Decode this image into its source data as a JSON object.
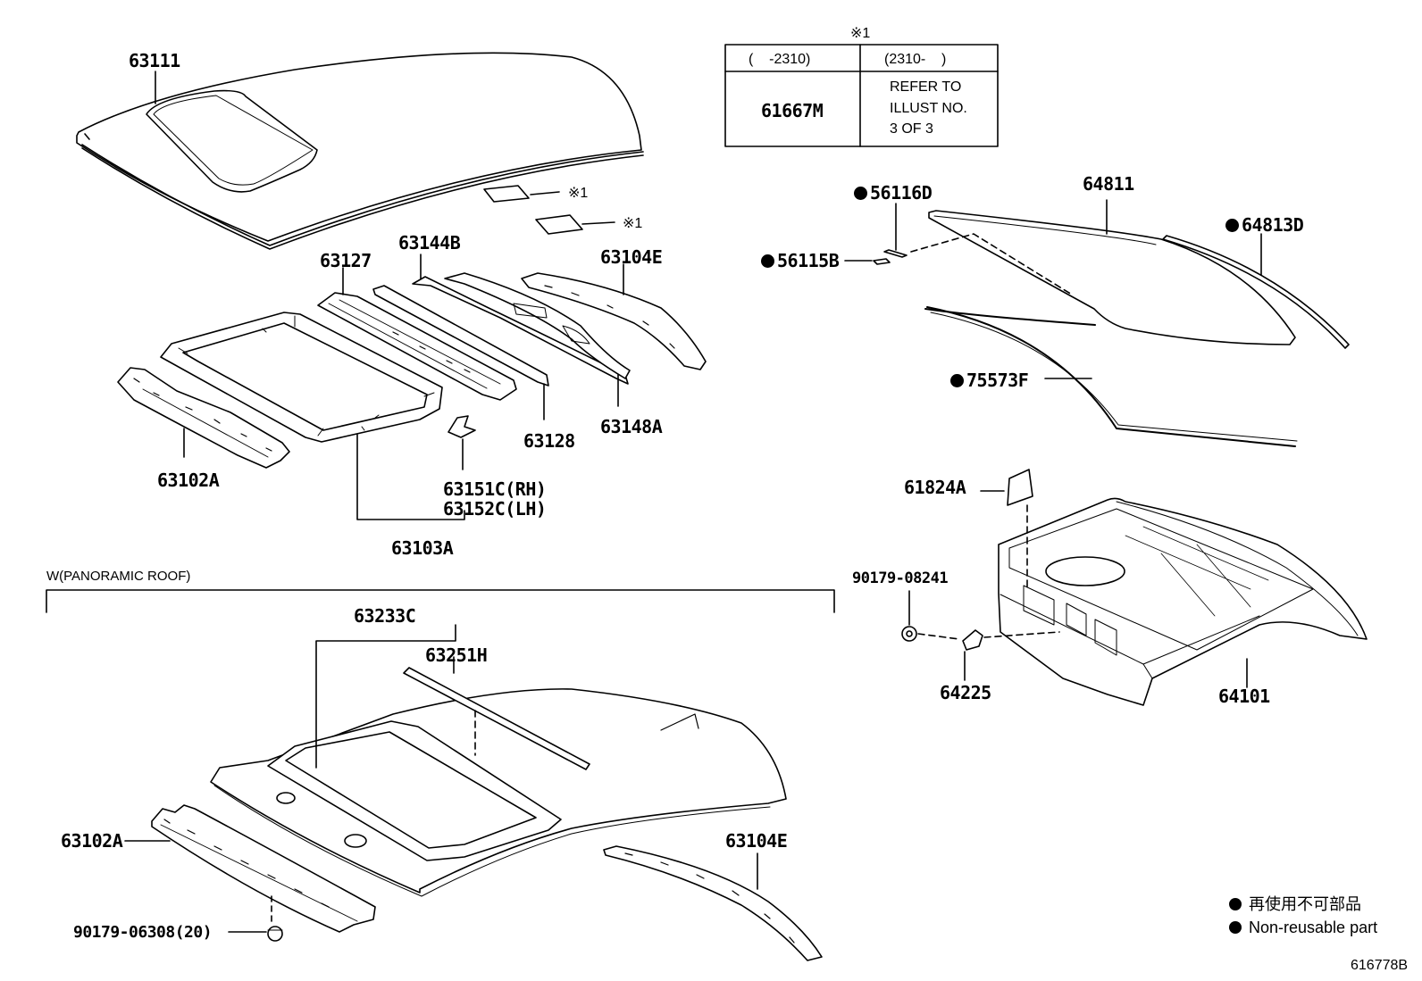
{
  "diagram_id": "616778B",
  "note_mark": "※1",
  "table": {
    "mark": "※1",
    "col1_header": "(    -2310)",
    "col2_header": "(2310-    )",
    "part": "61667M",
    "refer_lines": [
      "REFER TO",
      "ILLUST NO.",
      "3 OF 3"
    ]
  },
  "section_title": "W(PANORAMIC ROOF)",
  "parts": {
    "p63111": "63111",
    "p63144B": "63144B",
    "p63127": "63127",
    "p63104E_top": "63104E",
    "p63128": "63128",
    "p63148A": "63148A",
    "p63102A_top": "63102A",
    "p63151C": "63151C(RH)",
    "p63152C": "63152C(LH)",
    "p63103A": "63103A",
    "p56116D": "56116D",
    "p56115B": "56115B",
    "p64811": "64811",
    "p64813D": "64813D",
    "p75573F": "75573F",
    "p61824A": "61824A",
    "p90179_08241": "90179-08241",
    "p64225": "64225",
    "p64101": "64101",
    "p63233C": "63233C",
    "p63251H": "63251H",
    "p63102A_bot": "63102A",
    "p63104E_bot": "63104E",
    "p90179_06308": "90179-06308(20)"
  },
  "legend": {
    "jp": "再使用不可部品",
    "en": "Non-reusable part"
  }
}
